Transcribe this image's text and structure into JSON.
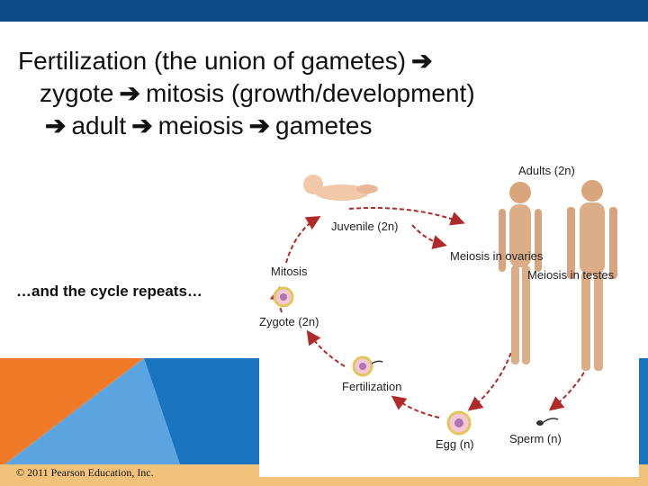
{
  "headline": {
    "line1_text": "Fertilization (the union of gametes)",
    "line2_a": "zygote",
    "line2_b": "mitosis (growth/development)",
    "line3_a": "adult",
    "line3_b": "meiosis",
    "line3_c": "gametes"
  },
  "tagline": "…and the cycle repeats…",
  "copyright": "© 2011 Pearson Education, Inc.",
  "diagram": {
    "labels": {
      "adults": "Adults (2n)",
      "juvenile": "Juvenile (2n)",
      "meiosis_ovaries": "Meiosis in ovaries",
      "meiosis_testes": "Meiosis in testes",
      "mitosis": "Mitosis",
      "zygote": "Zygote (2n)",
      "fertilization": "Fertilization",
      "egg": "Egg (n)",
      "sperm": "Sperm (n)"
    }
  },
  "colors": {
    "top_bar": "#0d4a8a",
    "orange": "#f07a28",
    "blue": "#1b74bf",
    "light_blue": "#5aa5e0",
    "arrow_red": "#b02a2a"
  }
}
